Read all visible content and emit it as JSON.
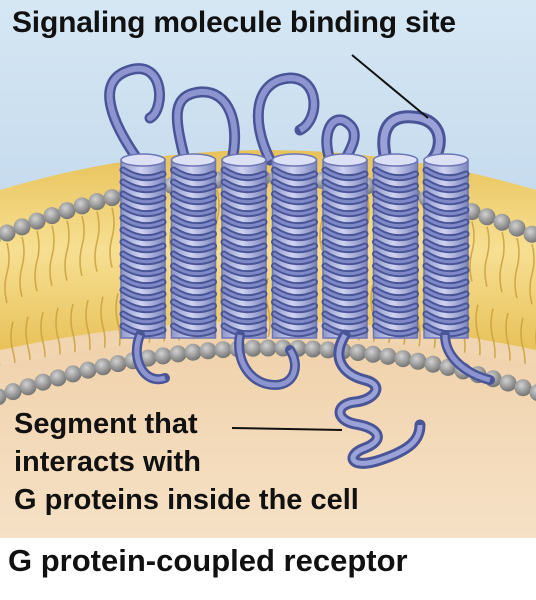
{
  "labels": {
    "binding_site": "Signaling molecule binding site",
    "segment_line1": "Segment that",
    "segment_line2": "interacts with",
    "segment_line3": "G proteins inside the cell"
  },
  "caption": "G protein-coupled receptor",
  "colors": {
    "extracellular": "#c6dcee",
    "cytoplasm": "#f2d9b8",
    "lipid_tail": "#f0d27a",
    "phospholipid_head": "#8f8f8f",
    "helix": "#5a67a6",
    "helix_light": "#b9c0e6"
  },
  "helix_count": 7
}
